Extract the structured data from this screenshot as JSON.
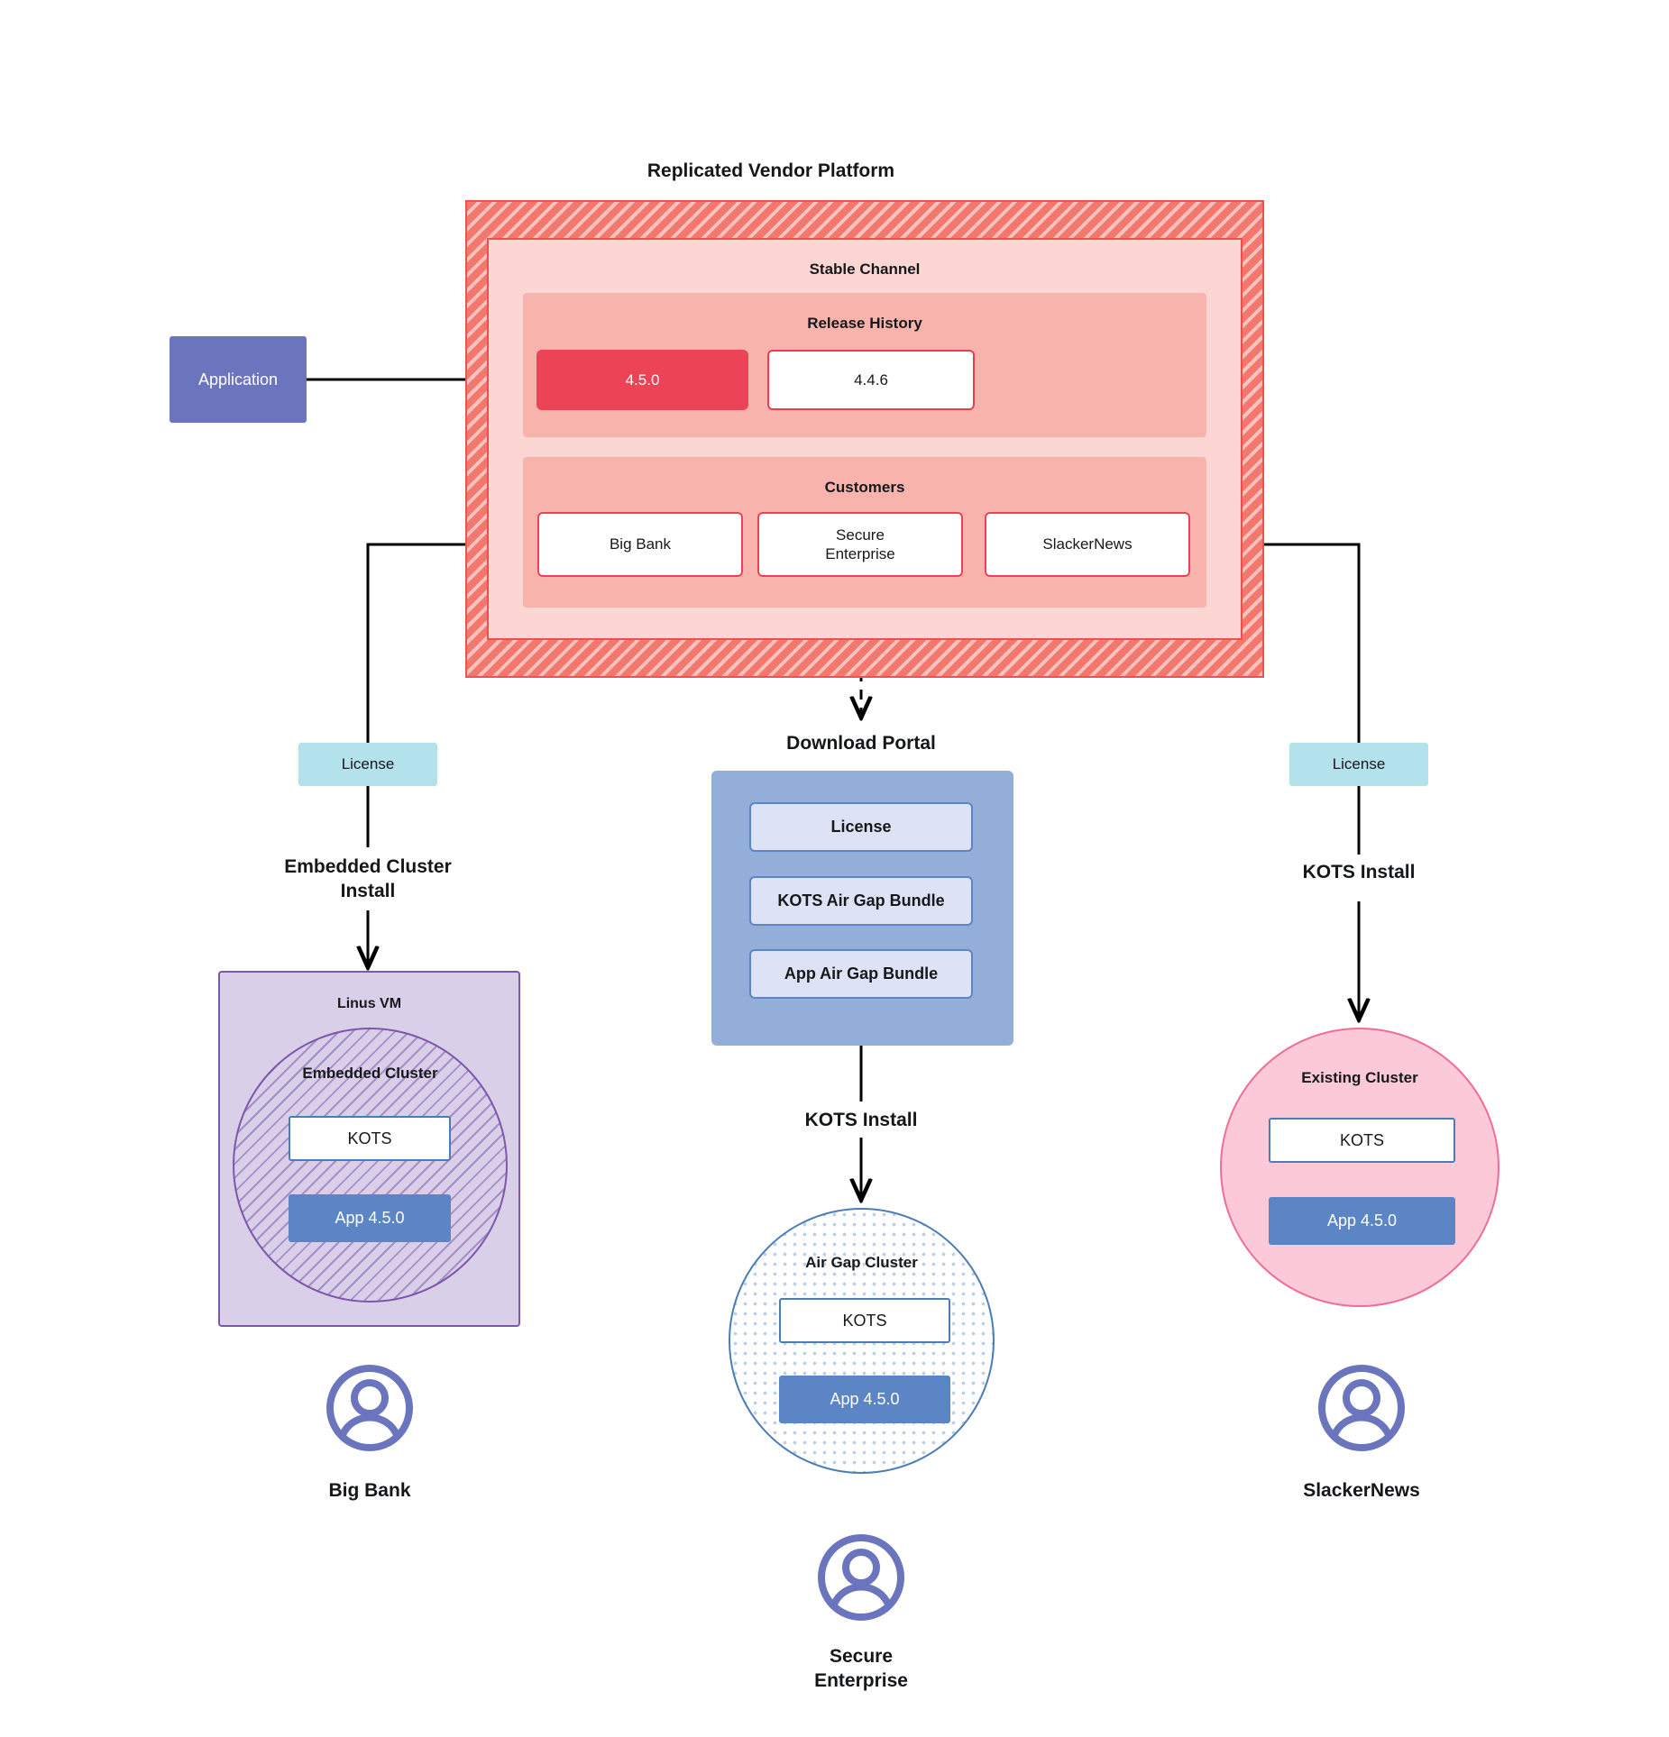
{
  "diagram": {
    "title": "Replicated Vendor Platform"
  },
  "application": {
    "label": "Application"
  },
  "platform": {
    "stable_channel_label": "Stable Channel",
    "release_history": {
      "label": "Release History",
      "releases": [
        {
          "version": "4.5.0",
          "state": "current"
        },
        {
          "version": "4.4.6",
          "state": "past"
        }
      ]
    },
    "customers": {
      "label": "Customers",
      "items": [
        {
          "name": "Big Bank"
        },
        {
          "name": "Secure\nEnterprise"
        },
        {
          "name": "SlackerNews"
        }
      ]
    }
  },
  "left_branch": {
    "license_label": "License",
    "install_label": "Embedded Cluster\nInstall",
    "vm_title": "Linus VM",
    "cluster_title": "Embedded Cluster",
    "kots_label": "KOTS",
    "app_label": "App 4.5.0",
    "persona": "Big Bank"
  },
  "center_branch": {
    "portal_title": "Download  Portal",
    "portal_items": [
      {
        "label": "License"
      },
      {
        "label": "KOTS Air Gap Bundle"
      },
      {
        "label": "App Air Gap Bundle"
      }
    ],
    "install_label": "KOTS Install",
    "cluster_title": "Air Gap Cluster",
    "kots_label": "KOTS",
    "app_label": "App 4.5.0",
    "persona": "Secure\nEnterprise"
  },
  "right_branch": {
    "license_label": "License",
    "install_label": "KOTS Install",
    "cluster_title": "Existing Cluster",
    "kots_label": "KOTS",
    "app_label": "App 4.5.0",
    "persona": "SlackerNews"
  },
  "icons": {
    "user_avatar": "user-avatar-icon"
  },
  "colors": {
    "platform_hatch": "#f4776d",
    "platform_border": "#ef5350",
    "stable_channel": "#fbd6d2",
    "band": "#f8b4ac",
    "release_current": "#ec4456",
    "release_border": "#ec3c4e",
    "application": "#6b75bd",
    "license": "#b3e1ec",
    "portal": "#93aed8",
    "portal_item": "#dde3f5",
    "vm": "#d9cfe9",
    "vm_border": "#7e57ab",
    "app_version": "#5b85c4",
    "kots_border": "#4a7cb8",
    "existing_cluster": "#fbc9d7",
    "existing_cluster_border": "#ef6d96",
    "avatar": "#6b75bd",
    "connector": "#000000"
  }
}
